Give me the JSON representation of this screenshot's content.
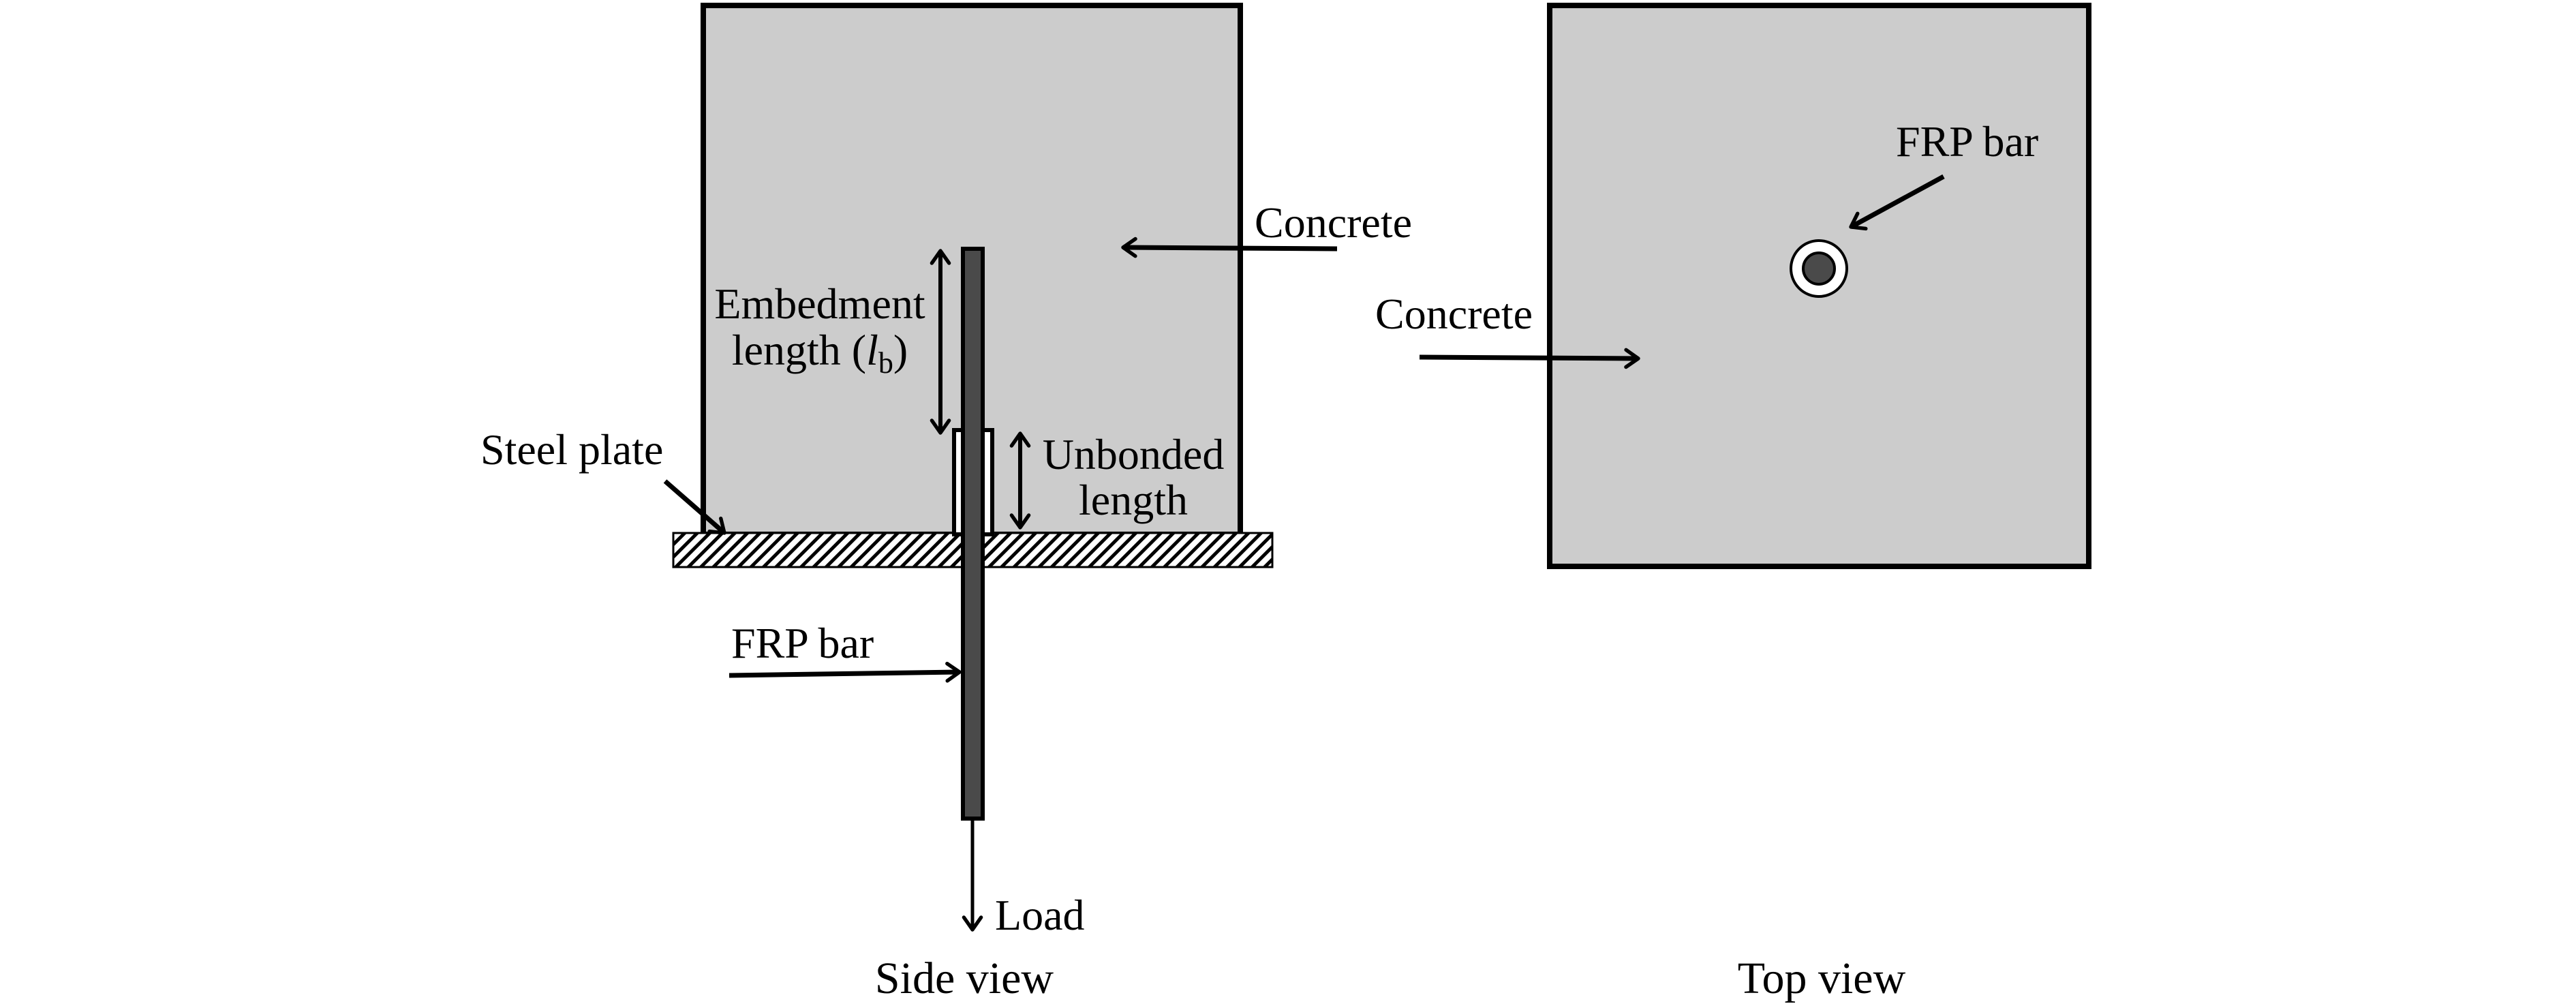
{
  "colors": {
    "concrete": "#cccccc",
    "frp_bar": "#4a4a4a",
    "outline": "#000000",
    "sleeve": "#ffffff",
    "background": "#ffffff"
  },
  "side_view": {
    "caption": "Side view",
    "labels": {
      "concrete": "Concrete",
      "embedment_line1": "Embedment",
      "embedment_line2_prefix": "length (",
      "embedment_symbol": "l",
      "embedment_subscript": "b",
      "embedment_line2_suffix": ")",
      "unbonded_line1": "Unbonded",
      "unbonded_line2": "length",
      "steel_plate": "Steel plate",
      "frp_bar": "FRP bar",
      "load": "Load"
    }
  },
  "top_view": {
    "caption": "Top view",
    "labels": {
      "frp_bar": "FRP bar",
      "concrete": "Concrete"
    }
  }
}
